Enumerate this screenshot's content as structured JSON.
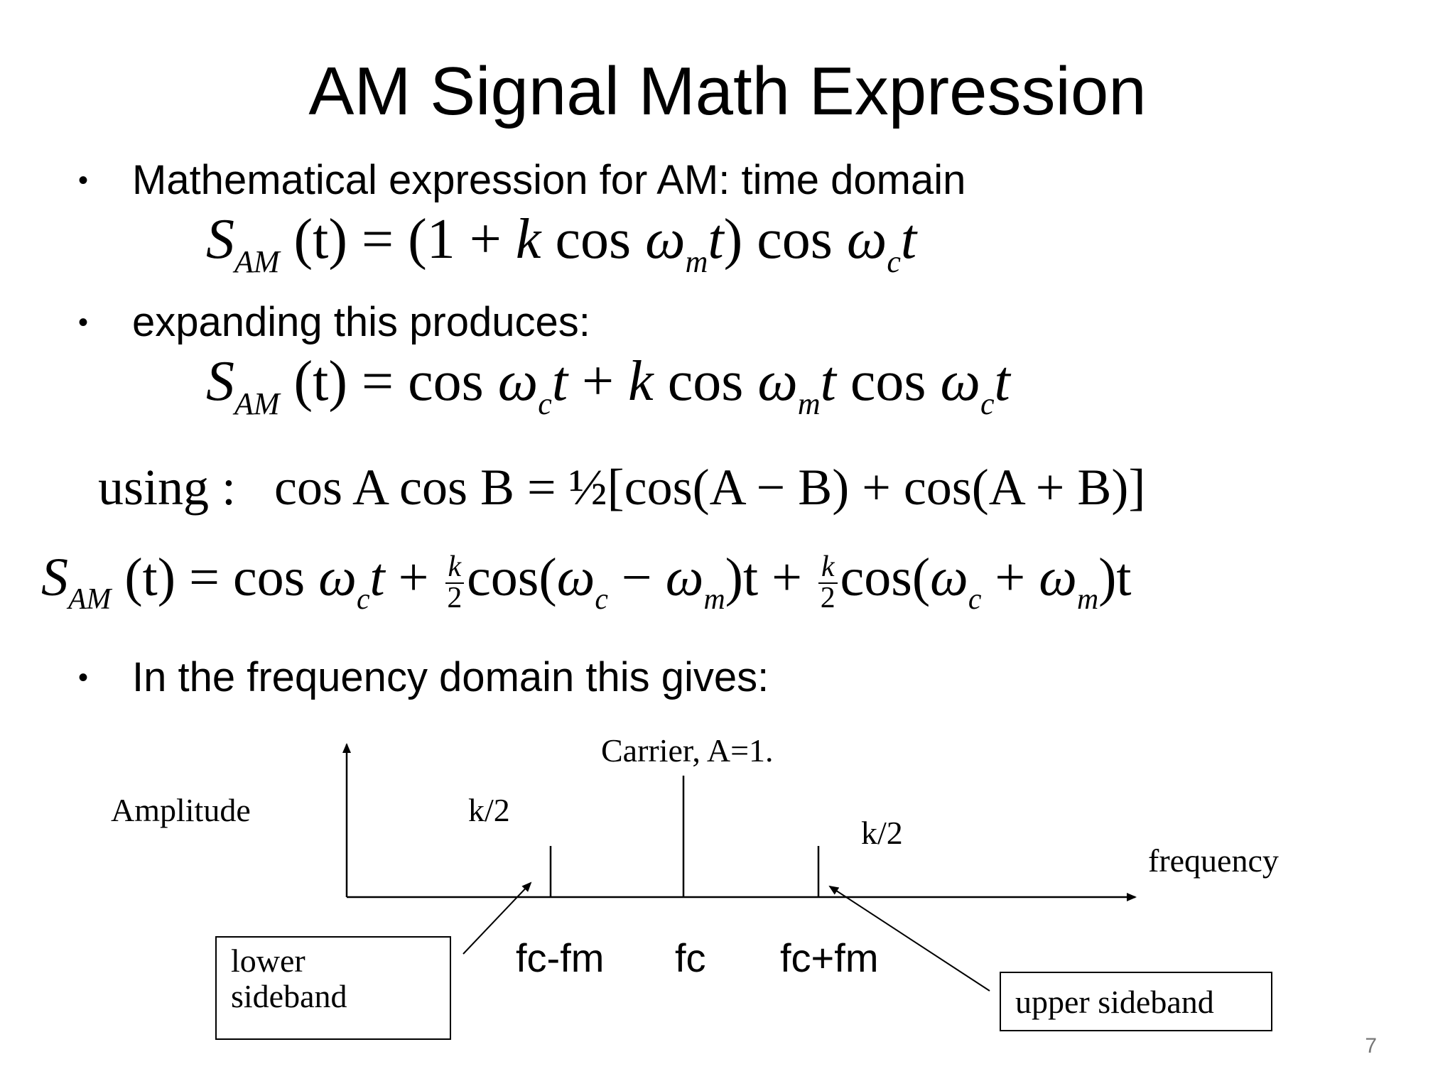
{
  "slide": {
    "title": "AM Signal Math Expression",
    "page_number": "7"
  },
  "bullets": [
    {
      "text": "Mathematical expression for AM: time domain"
    },
    {
      "text": "expanding this produces:"
    },
    {
      "text": "In the frequency domain this gives:"
    }
  ],
  "equations": {
    "eq1": {
      "lhs": "S",
      "lhs_sub": "AM",
      "lhs_arg": "(t) =",
      "rhs_a": "(1 + ",
      "k": "k",
      "cos1": " cos ",
      "omega": "ω",
      "sub_m": "m",
      "t1": "t",
      "close": ") cos ",
      "sub_c": "c",
      "t2": "t"
    },
    "eq2": {
      "lhs": "S",
      "lhs_sub": "AM",
      "lhs_arg": "(t) =",
      "cos1": "cos ",
      "omega": "ω",
      "sub_c": "c",
      "t": "t",
      "plus": " + ",
      "k": "k",
      "cos2": " cos ",
      "sub_m": "m",
      "cos3": " cos "
    },
    "identity": {
      "using": "using :",
      "lhs": "cos A cos B = ½[cos(A − B) + cos(A + B)]"
    },
    "eq4": {
      "lhs": "S",
      "lhs_sub": "AM",
      "lhs_arg": "(t) = cos ",
      "omega": "ω",
      "sub_c": "c",
      "sub_m": "m",
      "t": "t",
      "plus": " + ",
      "frac_num": "k",
      "frac_den": "2",
      "cos_open": "cos(",
      "minus": " − ",
      "close_t": ")t"
    }
  },
  "diagram": {
    "y_axis_label": "Amplitude",
    "x_axis_label": "frequency",
    "carrier_label": "Carrier, A=1.",
    "lower_amp_label": "k/2",
    "upper_amp_label": "k/2",
    "freq_labels": [
      "fc-fm",
      "fc",
      "fc+fm"
    ],
    "lower_box": [
      "lower",
      "sideband"
    ],
    "upper_box": "upper sideband"
  }
}
